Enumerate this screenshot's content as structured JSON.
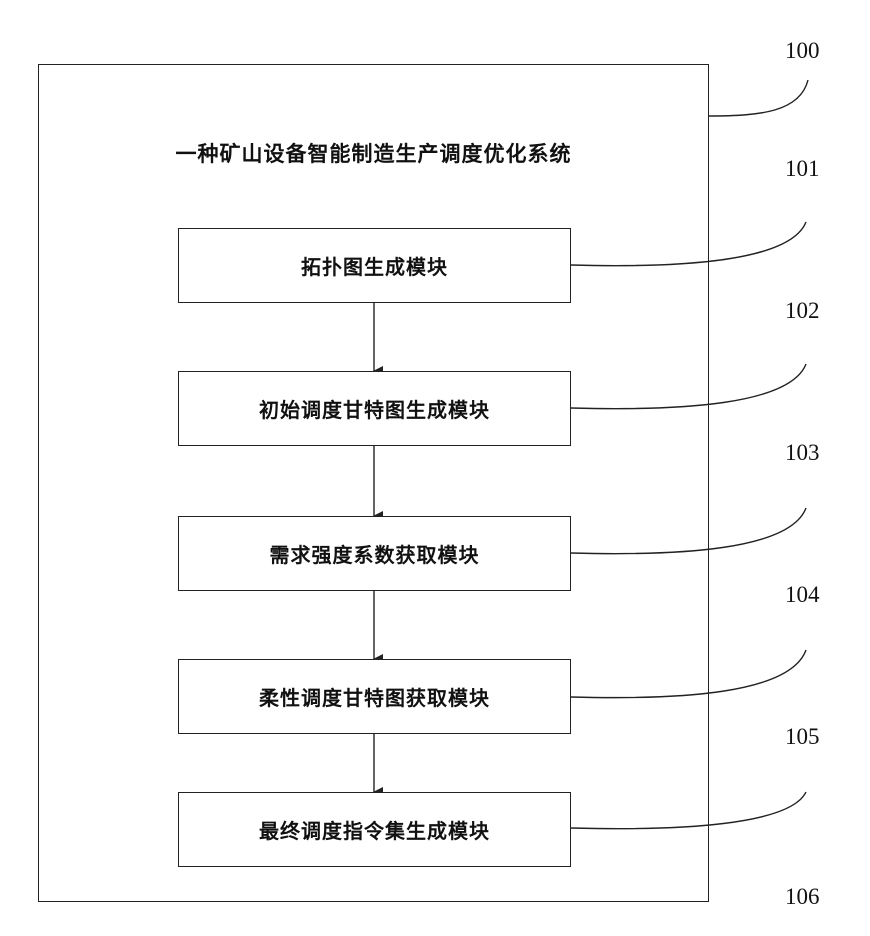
{
  "system": {
    "title": "一种矿山设备智能制造生产调度优化系统",
    "ref": "100"
  },
  "modules": [
    {
      "label": "拓扑图生成模块",
      "ref": "101"
    },
    {
      "label": "初始调度甘特图生成模块",
      "ref": "102"
    },
    {
      "label": "需求强度系数获取模块",
      "ref": "103"
    },
    {
      "label": "柔性调度甘特图获取模块",
      "ref": "104"
    },
    {
      "label": "最终调度指令集生成模块",
      "ref": "105"
    }
  ],
  "extra_ref": "106"
}
